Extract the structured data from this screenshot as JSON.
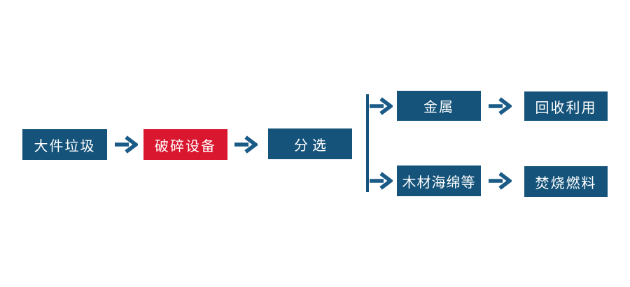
{
  "diagram": {
    "type": "flowchart",
    "direction": "left-to-right",
    "nodes": {
      "bulky_waste": {
        "label": "大件垃圾",
        "style": "blue"
      },
      "crushing_equipment": {
        "label": "破碎设备",
        "style": "red-highlight"
      },
      "sorting": {
        "label": "分选",
        "style": "blue"
      },
      "metal": {
        "label": "金属",
        "style": "blue"
      },
      "recycling": {
        "label": "回收利用",
        "style": "blue"
      },
      "wood_sponge_etc": {
        "label": "木材海绵等",
        "style": "blue"
      },
      "incineration_fuel": {
        "label": "焚烧燃料",
        "style": "blue"
      }
    },
    "edges": [
      {
        "from": "bulky_waste",
        "to": "crushing_equipment"
      },
      {
        "from": "crushing_equipment",
        "to": "sorting"
      },
      {
        "from": "sorting",
        "to": "metal",
        "via": "branch-connector"
      },
      {
        "from": "sorting",
        "to": "wood_sponge_etc",
        "via": "branch-connector"
      },
      {
        "from": "metal",
        "to": "recycling"
      },
      {
        "from": "wood_sponge_etc",
        "to": "incineration_fuel"
      }
    ]
  },
  "icons": {
    "arrow_right": "arrow-right-icon"
  },
  "colors": {
    "node_blue": "#15537A",
    "highlight_red": "#D9182F",
    "arrow_blue": "#1A5B87",
    "text_white": "#FFFFFF",
    "background": "#FFFFFF"
  }
}
